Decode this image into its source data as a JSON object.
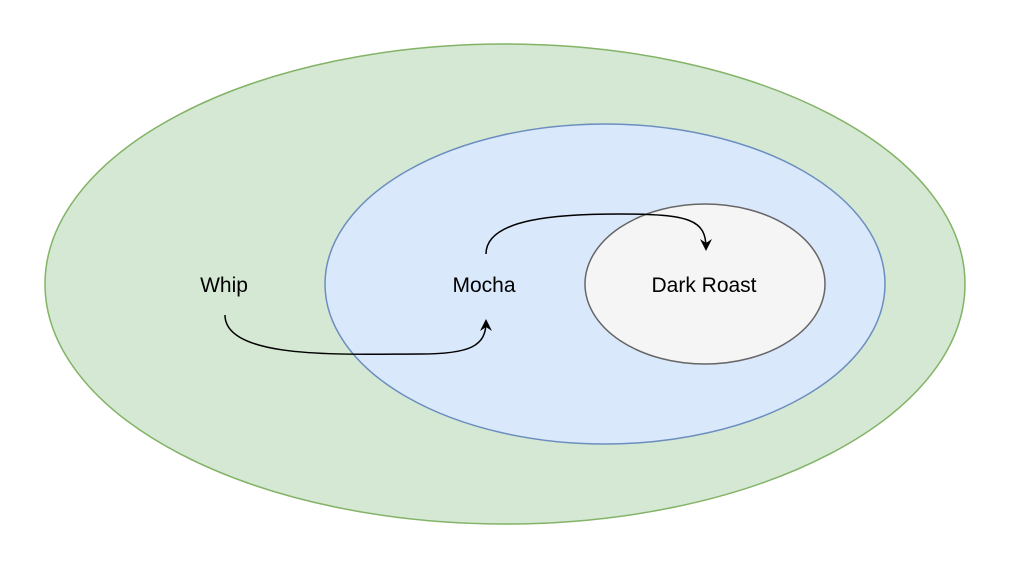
{
  "diagram": {
    "labels": {
      "whip": "Whip",
      "mocha": "Mocha",
      "dark_roast": "Dark Roast"
    },
    "colors": {
      "outer_fill": "#d5e8d4",
      "outer_stroke": "#82b366",
      "middle_fill": "#dae8fc",
      "middle_stroke": "#6c8ebf",
      "inner_fill": "#f5f5f5",
      "inner_stroke": "#666666",
      "arrow": "#000000"
    },
    "relations": [
      {
        "from": "Whip",
        "to": "Mocha"
      },
      {
        "from": "Mocha",
        "to": "Dark Roast"
      }
    ]
  }
}
